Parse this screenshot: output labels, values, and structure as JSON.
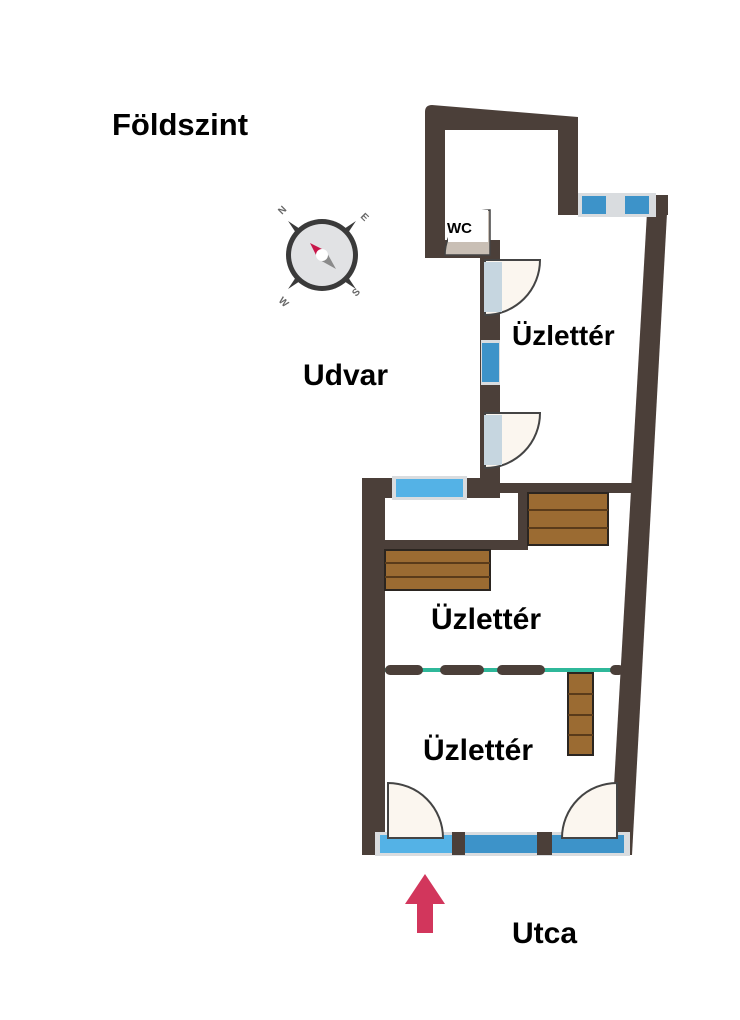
{
  "title": "Földszint",
  "compass": {
    "n": "N",
    "e": "E",
    "s": "S",
    "w": "W"
  },
  "labels": {
    "courtyard": "Udvar",
    "street": "Utca",
    "wc": "WC",
    "room_upper": "Üzlettér",
    "room_middle": "Üzlettér",
    "room_lower": "Üzlettér"
  },
  "colors": {
    "wall": "#4b3f39",
    "window": "#3d93c9",
    "stairs": "#9b6b32",
    "entrance_arrow": "#d2365c",
    "partition": "#2fb89a"
  }
}
